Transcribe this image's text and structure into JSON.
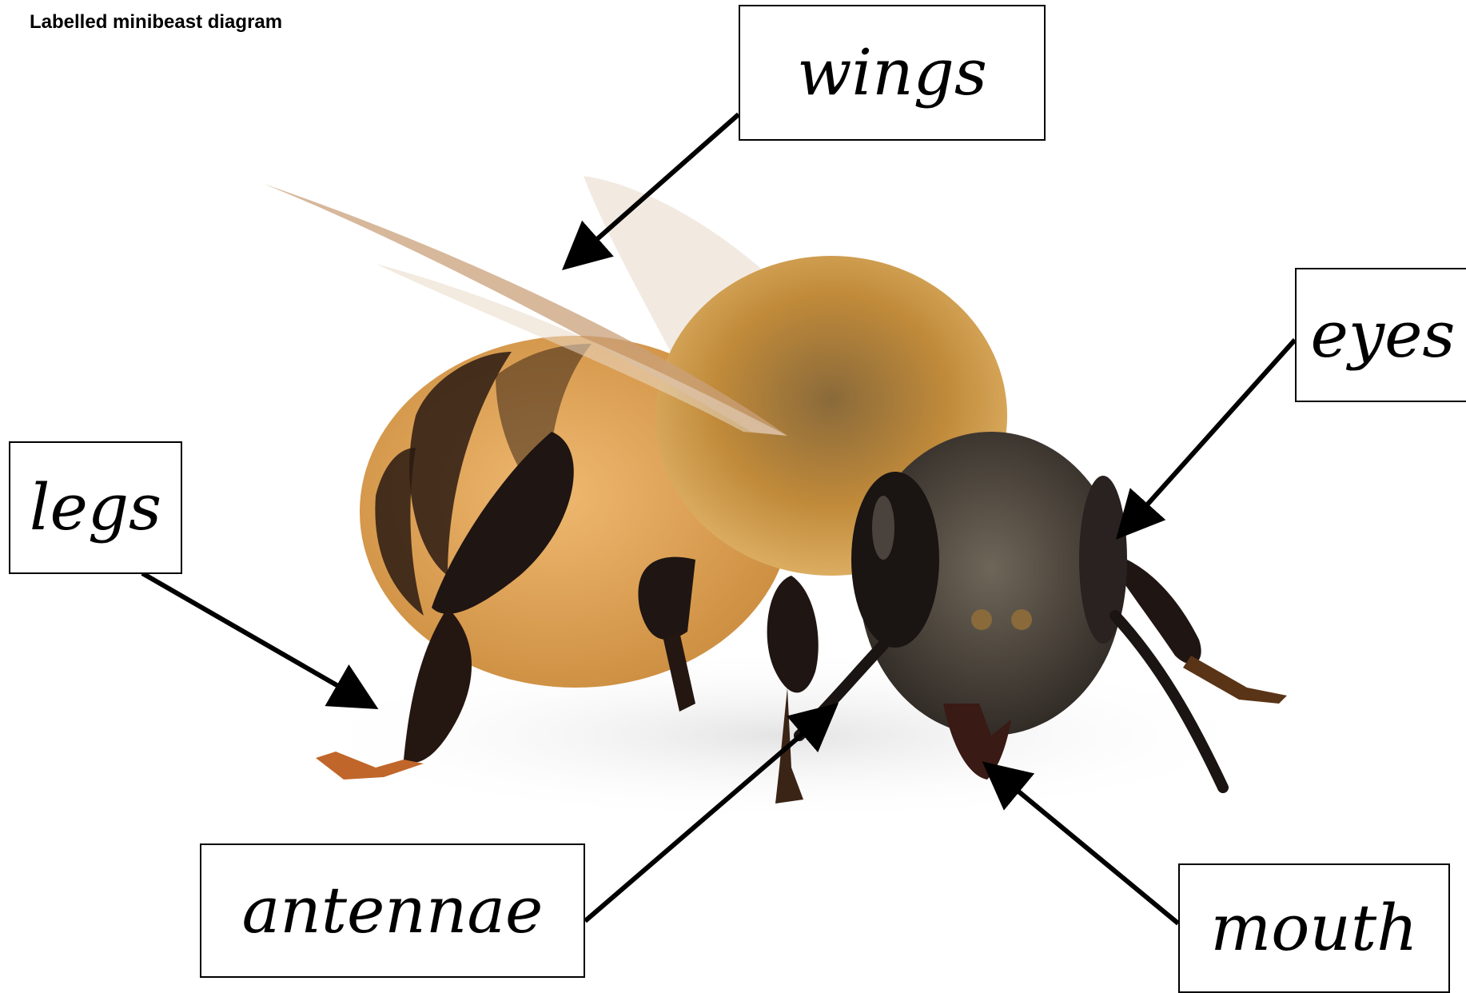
{
  "title": "Labelled minibeast diagram",
  "labels": {
    "wings": "wings",
    "eyes": "eyes",
    "legs": "legs",
    "antennae": "antennae",
    "mouth": "mouth"
  },
  "colors": {
    "body_orange": "#d99a45",
    "stripe_dark": "#2a1a12",
    "thorax_fur": "#b8852e",
    "head_dark": "#3a3330",
    "leg_dark": "#1f1512",
    "wing": "#e9d9c6"
  }
}
